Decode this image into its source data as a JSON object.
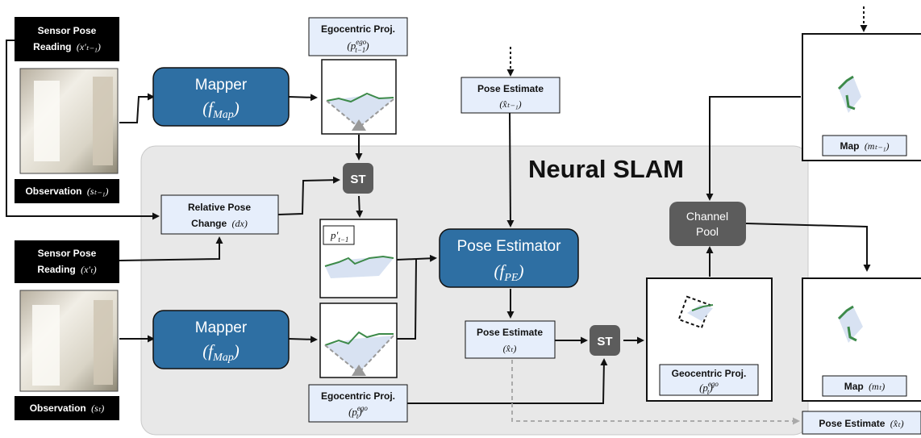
{
  "title": "Neural SLAM",
  "colors": {
    "mapper_blue": "#2e6fa3",
    "dark_box": "#5c5c5c",
    "light_box": "#e6eefb",
    "panel_bg": "#e8e8e8",
    "map_green": "#3d8a4a"
  },
  "sensor_prev": {
    "line1": "Sensor Pose",
    "line2": "Reading",
    "math": "(x′ₜ₋₁)"
  },
  "sensor_curr": {
    "line1": "Sensor Pose",
    "line2": "Reading",
    "math": "(x′ₜ)"
  },
  "obs_prev": {
    "label": "Observation",
    "math": "(sₜ₋₁)"
  },
  "obs_curr": {
    "label": "Observation",
    "math": "(sₜ)"
  },
  "mapper_top": {
    "name": "Mapper",
    "math": "(f",
    "sub": "Map",
    "close": ")"
  },
  "mapper_bottom": {
    "name": "Mapper",
    "math": "(f",
    "sub": "Map",
    "close": ")"
  },
  "ego_top": {
    "label": "Egocentric Proj.",
    "math": "(p",
    "sup": "ego",
    "sub": "t−1",
    "close": ")"
  },
  "ego_bottom": {
    "label": "Egocentric Proj.",
    "math": "(p",
    "sup": "ego",
    "sub": "t",
    "close": ")"
  },
  "rel_pose": {
    "line1": "Relative Pose",
    "line2": "Change",
    "math": "(dx)"
  },
  "st_label": "ST",
  "p_prime": {
    "math": "p′",
    "sub": "t−1"
  },
  "pose_est_prev": {
    "label": "Pose Estimate",
    "math": "(x̂ₜ₋₁)"
  },
  "pose_est_curr": {
    "label": "Pose Estimate",
    "math": "(x̂ₜ)"
  },
  "pose_estimator": {
    "name": "Pose Estimator",
    "math": "(f",
    "sub": "PE",
    "close": ")"
  },
  "channel_pool": {
    "line1": "Channel",
    "line2": "Pool"
  },
  "geo_proj": {
    "label": "Geocentric Proj.",
    "math": "(p",
    "sup": "ego",
    "sub": "t",
    "close": ")"
  },
  "map_prev": {
    "label": "Map",
    "math": "(mₜ₋₁)"
  },
  "map_curr": {
    "label": "Map",
    "math": "(mₜ)"
  },
  "pose_out": {
    "label": "Pose Estimate",
    "math": "(x̂ₜ)"
  }
}
